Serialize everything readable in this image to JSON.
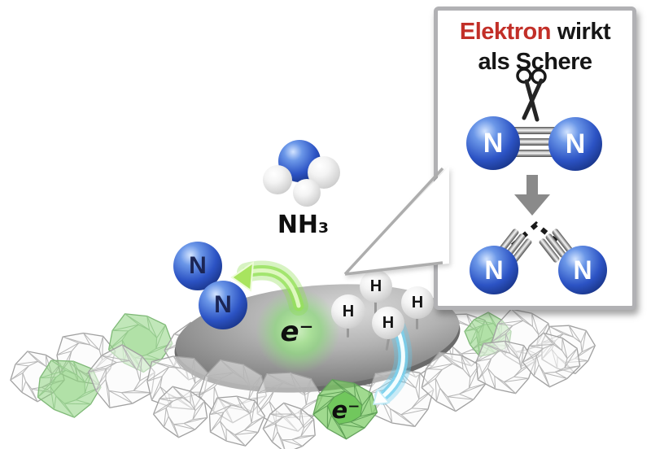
{
  "inset": {
    "title": {
      "word_red": "Elektron",
      "word_black": "wirkt",
      "line2": "als Schere"
    },
    "n2_intact": {
      "left": "N",
      "right": "N"
    },
    "n2_broken": {
      "left": "N",
      "right": "N"
    },
    "icons": {
      "scissors": "scissors-icon",
      "down_arrow": "thick-gray-down-arrow",
      "broken_bond": "dashed-split-bond"
    }
  },
  "scene": {
    "nh3_label": "NH₃",
    "n2_released": {
      "top": "N",
      "bottom": "N"
    },
    "electron_surface": "e⁻",
    "electron_cage": "e⁻",
    "hydrogens": [
      "H",
      "H",
      "H",
      "H"
    ],
    "icons": {
      "green_arrow": "curved-green-arrow",
      "blue_arrow": "curved-cyan-arrow",
      "cage_lattice": "electride-cage-lattice",
      "catalyst_disc": "gray-catalyst-disc"
    }
  },
  "colors": {
    "accent_red": "#c22f28",
    "sphere_blue": "#2c53c4",
    "electron_green": "#8fd680",
    "arrow_green": "#96e15a",
    "arrow_cyan": "#78d2ec",
    "disc_gray": "#9b9b9b",
    "frame_gray": "#b1b1b4"
  }
}
